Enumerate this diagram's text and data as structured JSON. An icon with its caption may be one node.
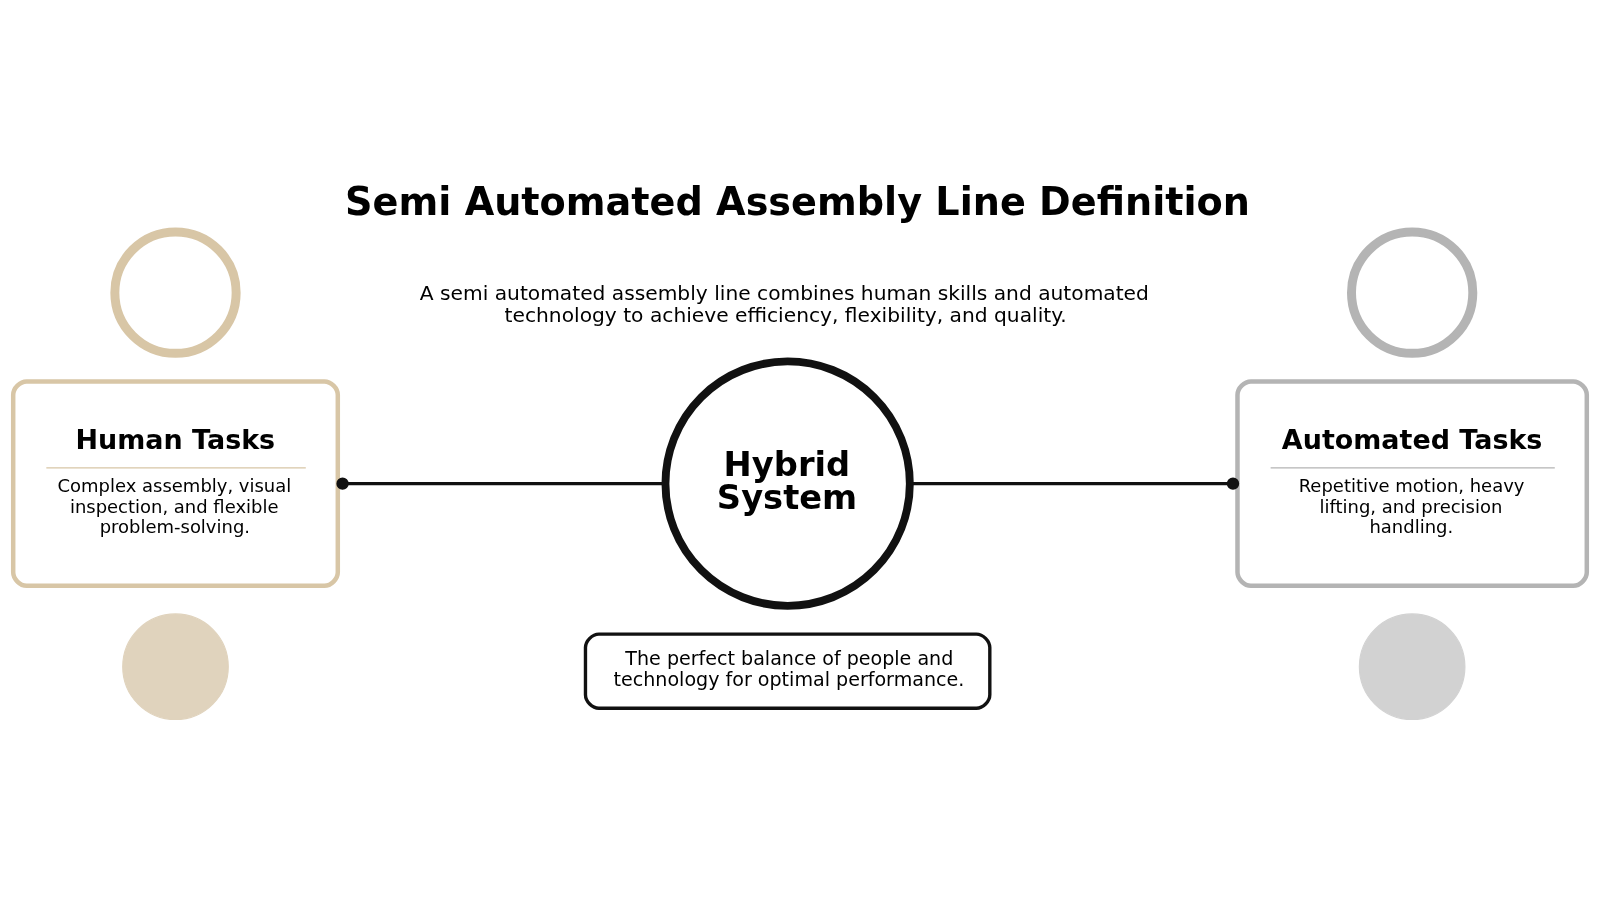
{
  "diagram": {
    "title": "Semi Automated Assembly Line Definition",
    "nodes": [
      {
        "text": [],
        "shape": "circle"
      },
      {
        "text": [
          "Human Tasks",
          "Complex assembly, visual inspection, and flexible problem-solving."
        ]
      },
      {
        "text": [],
        "shape": "circle"
      },
      {
        "text": [
          "Hybrid System"
        ]
      },
      {
        "text": [],
        "shape": "circle"
      },
      {
        "text": [
          "Automated Tasks",
          "Repetitive motion, heavy lifting, and precision handling."
        ]
      },
      {
        "text": [],
        "shape": "circle"
      },
      {
        "text": [
          "The perfect balance of people and technology for optimal performance."
        ]
      }
    ],
    "edges": [
      {
        "from": 1,
        "to": 3,
        "arrow": "other"
      },
      {
        "from": 3,
        "to": 5,
        "arrow": "other"
      }
    ],
    "labels": [
      "A semi automated assembly line combines human skills and automated technology to achieve efficiency, flexibility, and quality."
    ]
  }
}
